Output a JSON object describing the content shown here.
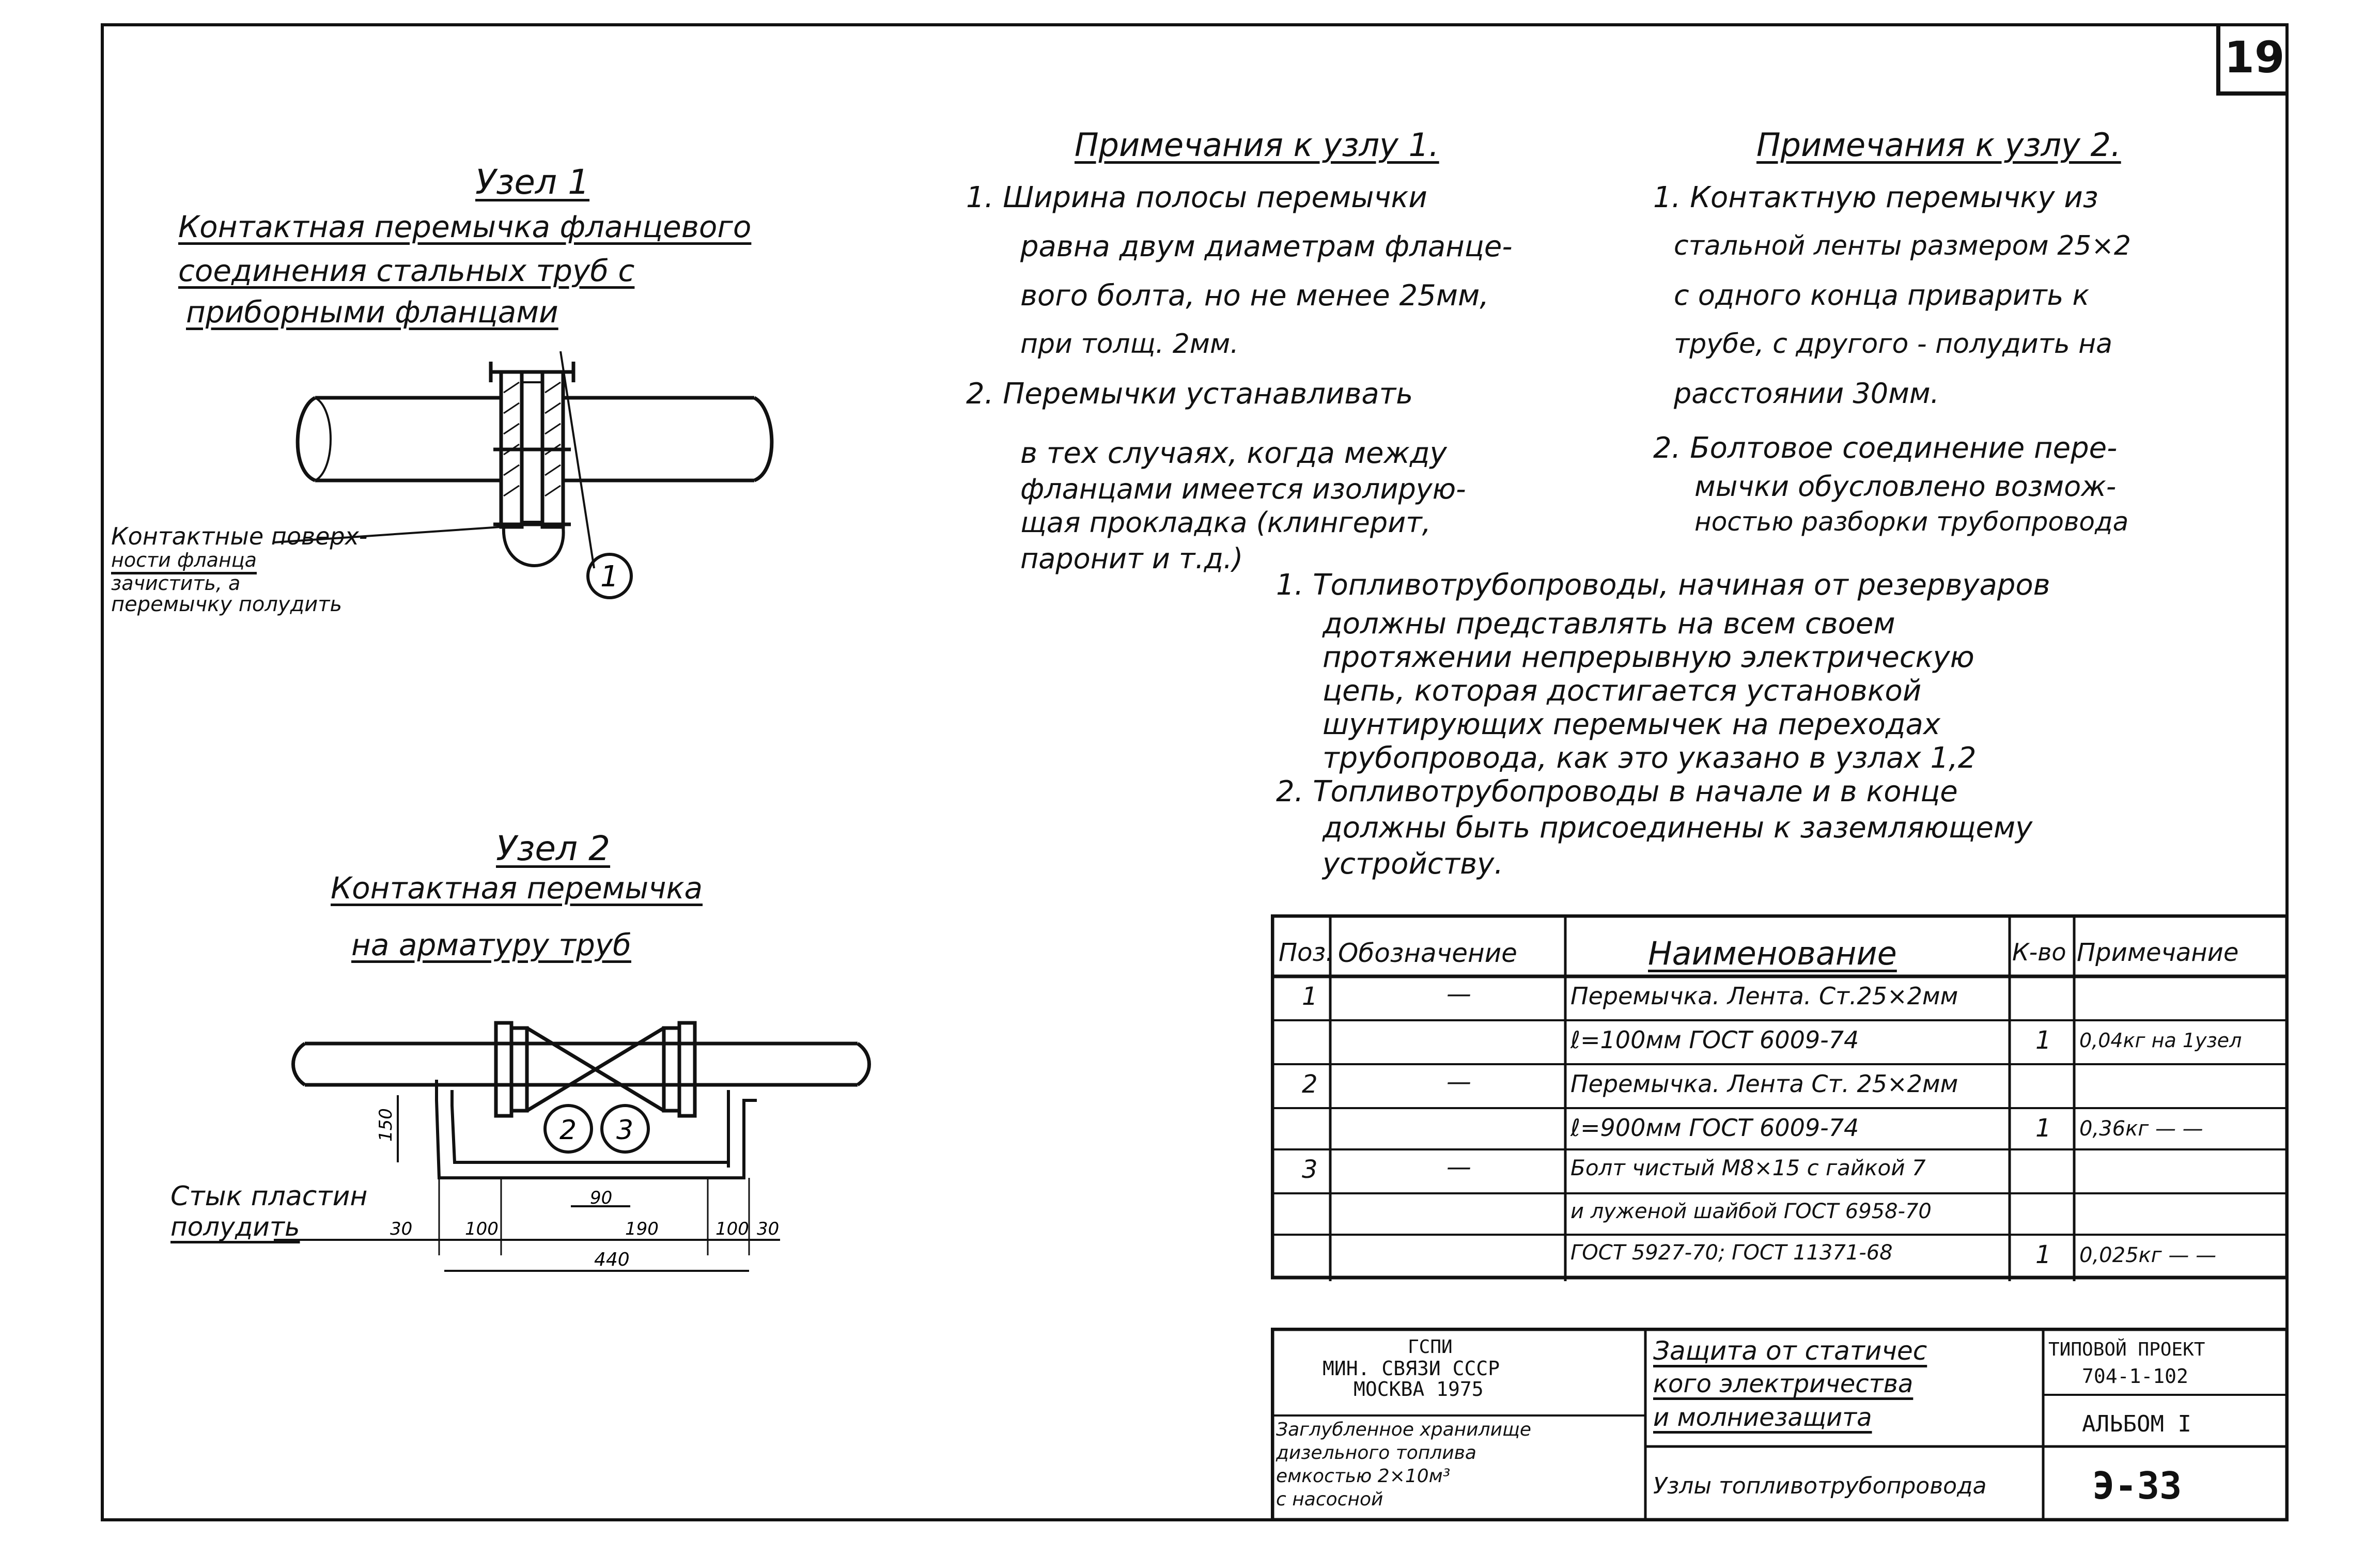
{
  "sheet_number": "19",
  "node1": {
    "title": "Узел 1",
    "caption": [
      "Контактная перемычка фланцевого",
      "соединения стальных труб с",
      "приборными фланцами"
    ],
    "callout": "1",
    "side_note": [
      "Контактные поверх-",
      "ности фланца",
      "зачистить, а",
      "перемычку полудить"
    ]
  },
  "node2": {
    "title": "Узел 2",
    "caption": [
      "Контактная перемычка",
      "на арматуру труб"
    ],
    "callouts": [
      "2",
      "3"
    ],
    "side_note": [
      "Стык пластин",
      "полудить"
    ],
    "dims": {
      "height": "150",
      "a": "30",
      "b": "100",
      "c": "90",
      "d": "190",
      "e": "100",
      "f": "30",
      "total": "440"
    }
  },
  "notes1": {
    "title": "Примечания к узлу 1.",
    "lines": [
      "1. Ширина полосы перемычки",
      "равна двум диаметрам фланце-",
      "вого болта, но не менее 25мм,",
      "при толщ. 2мм.",
      "2. Перемычки устанавливать",
      "в тех случаях, когда между",
      "фланцами имеется изолирую-",
      "щая прокладка (клингерит,",
      "паронит и т.д.)"
    ]
  },
  "notes2": {
    "title": "Примечания к узлу 2.",
    "lines": [
      "1. Контактную перемычку из",
      "стальной ленты размером 25×2",
      "с одного конца приварить к",
      "трубе, с другого - полудить на",
      "расстоянии 30мм.",
      "2. Болтовое соединение пере-",
      "мычки обусловлено возмож-",
      "ностью разборки трубопровода"
    ]
  },
  "general_notes": [
    "1. Топливотрубопроводы, начиная от резервуаров",
    "должны представлять на всем своем",
    "протяжении непрерывную электрическую",
    "цепь, которая достигается установкой",
    "шунтирующих перемычек на переходах",
    "трубопровода, как это указано в узлах 1,2",
    "2. Топливотрубопроводы в начале и в конце",
    "должны быть присоединены к заземляющему",
    "устройству."
  ],
  "spec_table": {
    "headers": [
      "Поз.",
      "Обозначение",
      "Наименование",
      "К-во",
      "Примечание"
    ],
    "rows": [
      [
        "1",
        "—",
        "Перемычка. Лента. Ст.25×2мм",
        "",
        ""
      ],
      [
        "",
        "",
        "ℓ=100мм ГОСТ 6009-74",
        "1",
        "0,04кг на 1узел"
      ],
      [
        "2",
        "—",
        "Перемычка. Лента Ст. 25×2мм",
        "",
        ""
      ],
      [
        "",
        "",
        "ℓ=900мм ГОСТ 6009-74",
        "1",
        "0,36кг — —"
      ],
      [
        "3",
        "—",
        "Болт чистый М8×15 с гайкой 7",
        "",
        ""
      ],
      [
        "",
        "",
        "и луженой шайбой ГОСТ 6958-70",
        "",
        ""
      ],
      [
        "",
        "",
        "ГОСТ 5927-70; ГОСТ 11371-68",
        "1",
        "0,025кг — —"
      ]
    ]
  },
  "title_block": {
    "org_lines": [
      "ГСПИ",
      "МИН. СВЯЗИ СССР",
      "МОСКВА 1975"
    ],
    "object_lines": [
      "Заглубленное хранилище",
      "дизельного топлива",
      "емкостью 2×10м³",
      "с насосной"
    ],
    "doc_title_lines": [
      "Защита от статичес",
      "кого электричества",
      "и молниезащита"
    ],
    "sheet_title": "Узлы топливотрубопровода",
    "project_lines": [
      "ТИПОВОЙ ПРОЕКТ",
      "704-1-102"
    ],
    "album": "АЛЬБОМ I",
    "sheet_code": "Э-33"
  }
}
